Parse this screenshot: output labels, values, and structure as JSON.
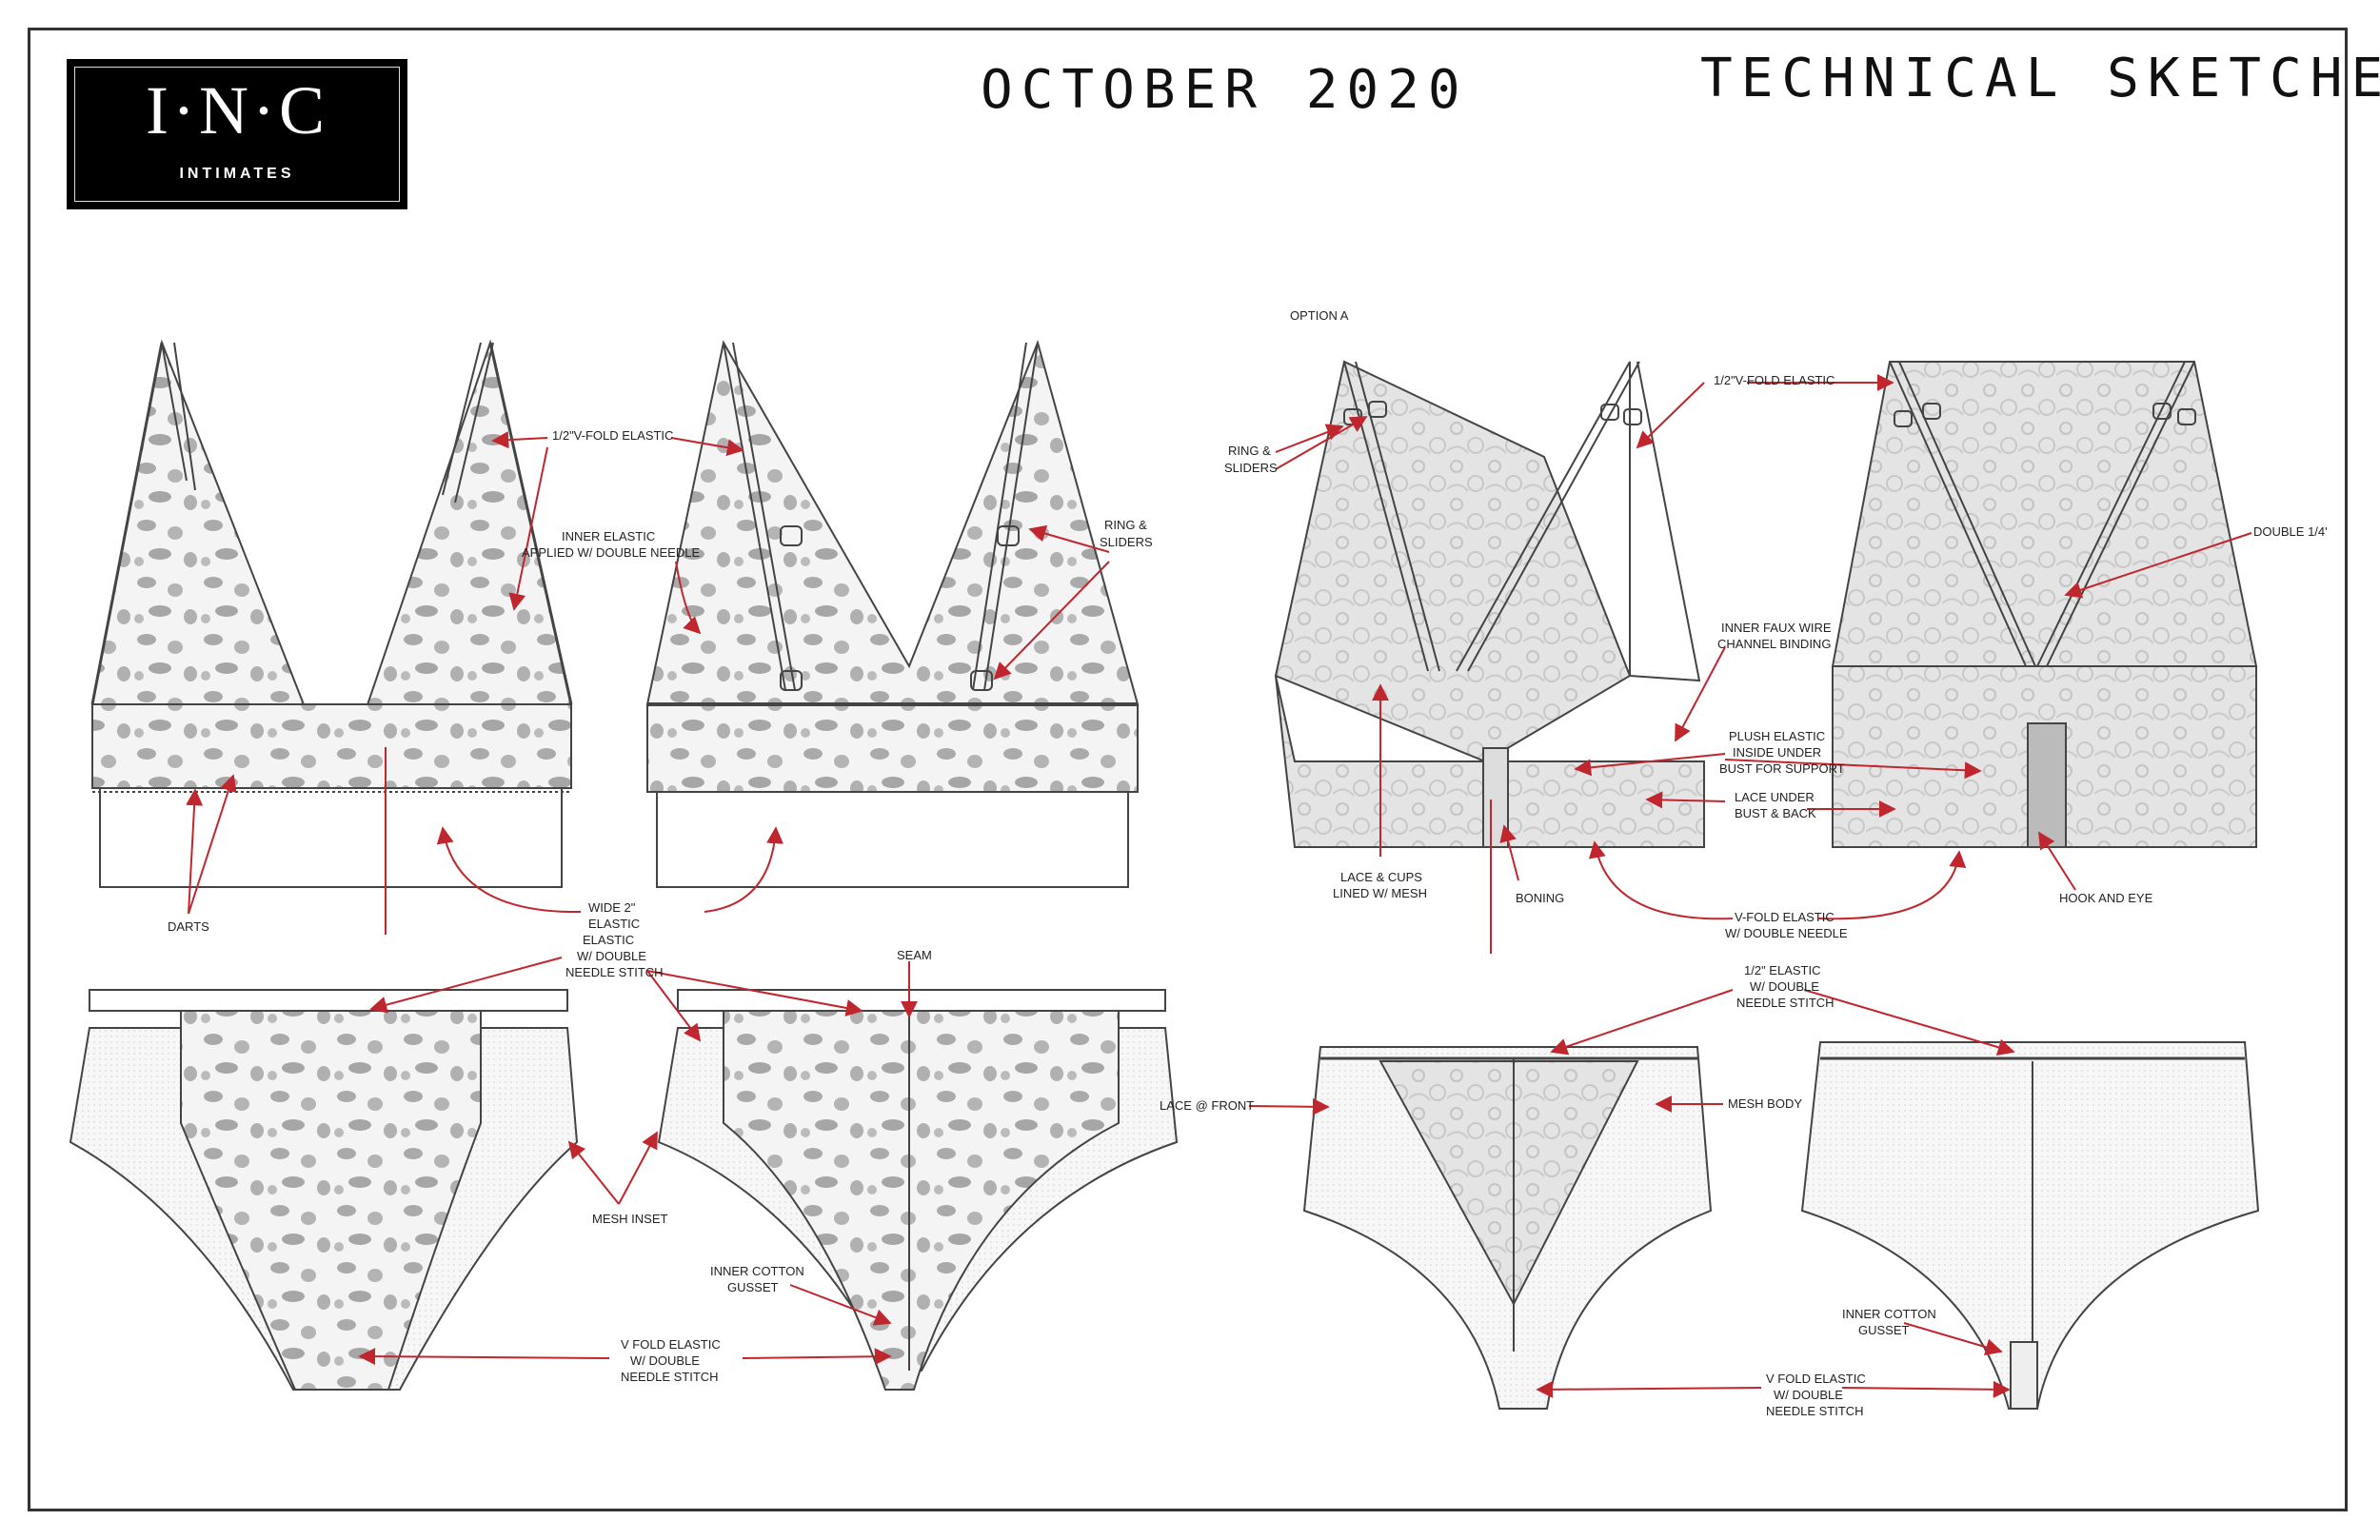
{
  "header": {
    "logo_mark": "I·N·C",
    "logo_sub": "INTIMATES",
    "date": "OCTOBER 2020",
    "title": "TECHNICAL SKETCHES"
  },
  "labels": {
    "v_fold_half": "1/2\"V-FOLD ELASTIC",
    "inner_elastic_1": "INNER ELASTIC",
    "inner_elastic_2": "APPLIED W/ DOUBLE NEEDLE",
    "ring_1": "RING &",
    "ring_2": "SLIDERS",
    "darts": "DARTS",
    "wide_1": "WIDE 2\"",
    "wide_2": "ELASTIC",
    "wide_3": "ELASTIC",
    "wide_4": "W/ DOUBLE",
    "wide_5": "NEEDLE STITCH",
    "seam": "SEAM",
    "mesh_inset": "MESH INSET",
    "gusset_1": "INNER COTTON",
    "gusset_2": "GUSSET",
    "vfold_1": "V FOLD ELASTIC",
    "vfold_2": "W/ DOUBLE",
    "vfold_3": "NEEDLE STITCH",
    "option_a": "OPTION A",
    "ring_b1": "RING &",
    "ring_b2": "SLIDERS",
    "v_fold_half_b": "1/2\"V-FOLD ELASTIC",
    "double_quarter": "DOUBLE 1/4'",
    "faux_1": "INNER FAUX WIRE",
    "faux_2": "CHANNEL BINDING",
    "plush_1": "PLUSH ELASTIC",
    "plush_2": "INSIDE UNDER",
    "plush_3": "BUST FOR SUPPORT",
    "lace_under_1": "LACE UNDER",
    "lace_under_2": "BUST & BACK",
    "lace_cups_1": "LACE & CUPS",
    "lace_cups_2": "LINED W/ MESH",
    "boning": "BONING",
    "vfold_b1": "V-FOLD ELASTIC",
    "vfold_b2": "W/ DOUBLE NEEDLE",
    "hook": "HOOK AND EYE",
    "half_el_1": "1/2\" ELASTIC",
    "half_el_2": "W/ DOUBLE",
    "half_el_3": "NEEDLE STITCH",
    "lace_front": "LACE @ FRONT",
    "mesh_body": "MESH BODY",
    "gusset_b1": "INNER COTTON",
    "gusset_b2": "GUSSET",
    "vfold_c1": "V FOLD ELASTIC",
    "vfold_c2": "W/ DOUBLE",
    "vfold_c3": "NEEDLE STITCH"
  },
  "colors": {
    "arrow": "#c0262d",
    "print": "#a9a9a9",
    "lace": "#dcdcdc",
    "outline": "#444444"
  }
}
